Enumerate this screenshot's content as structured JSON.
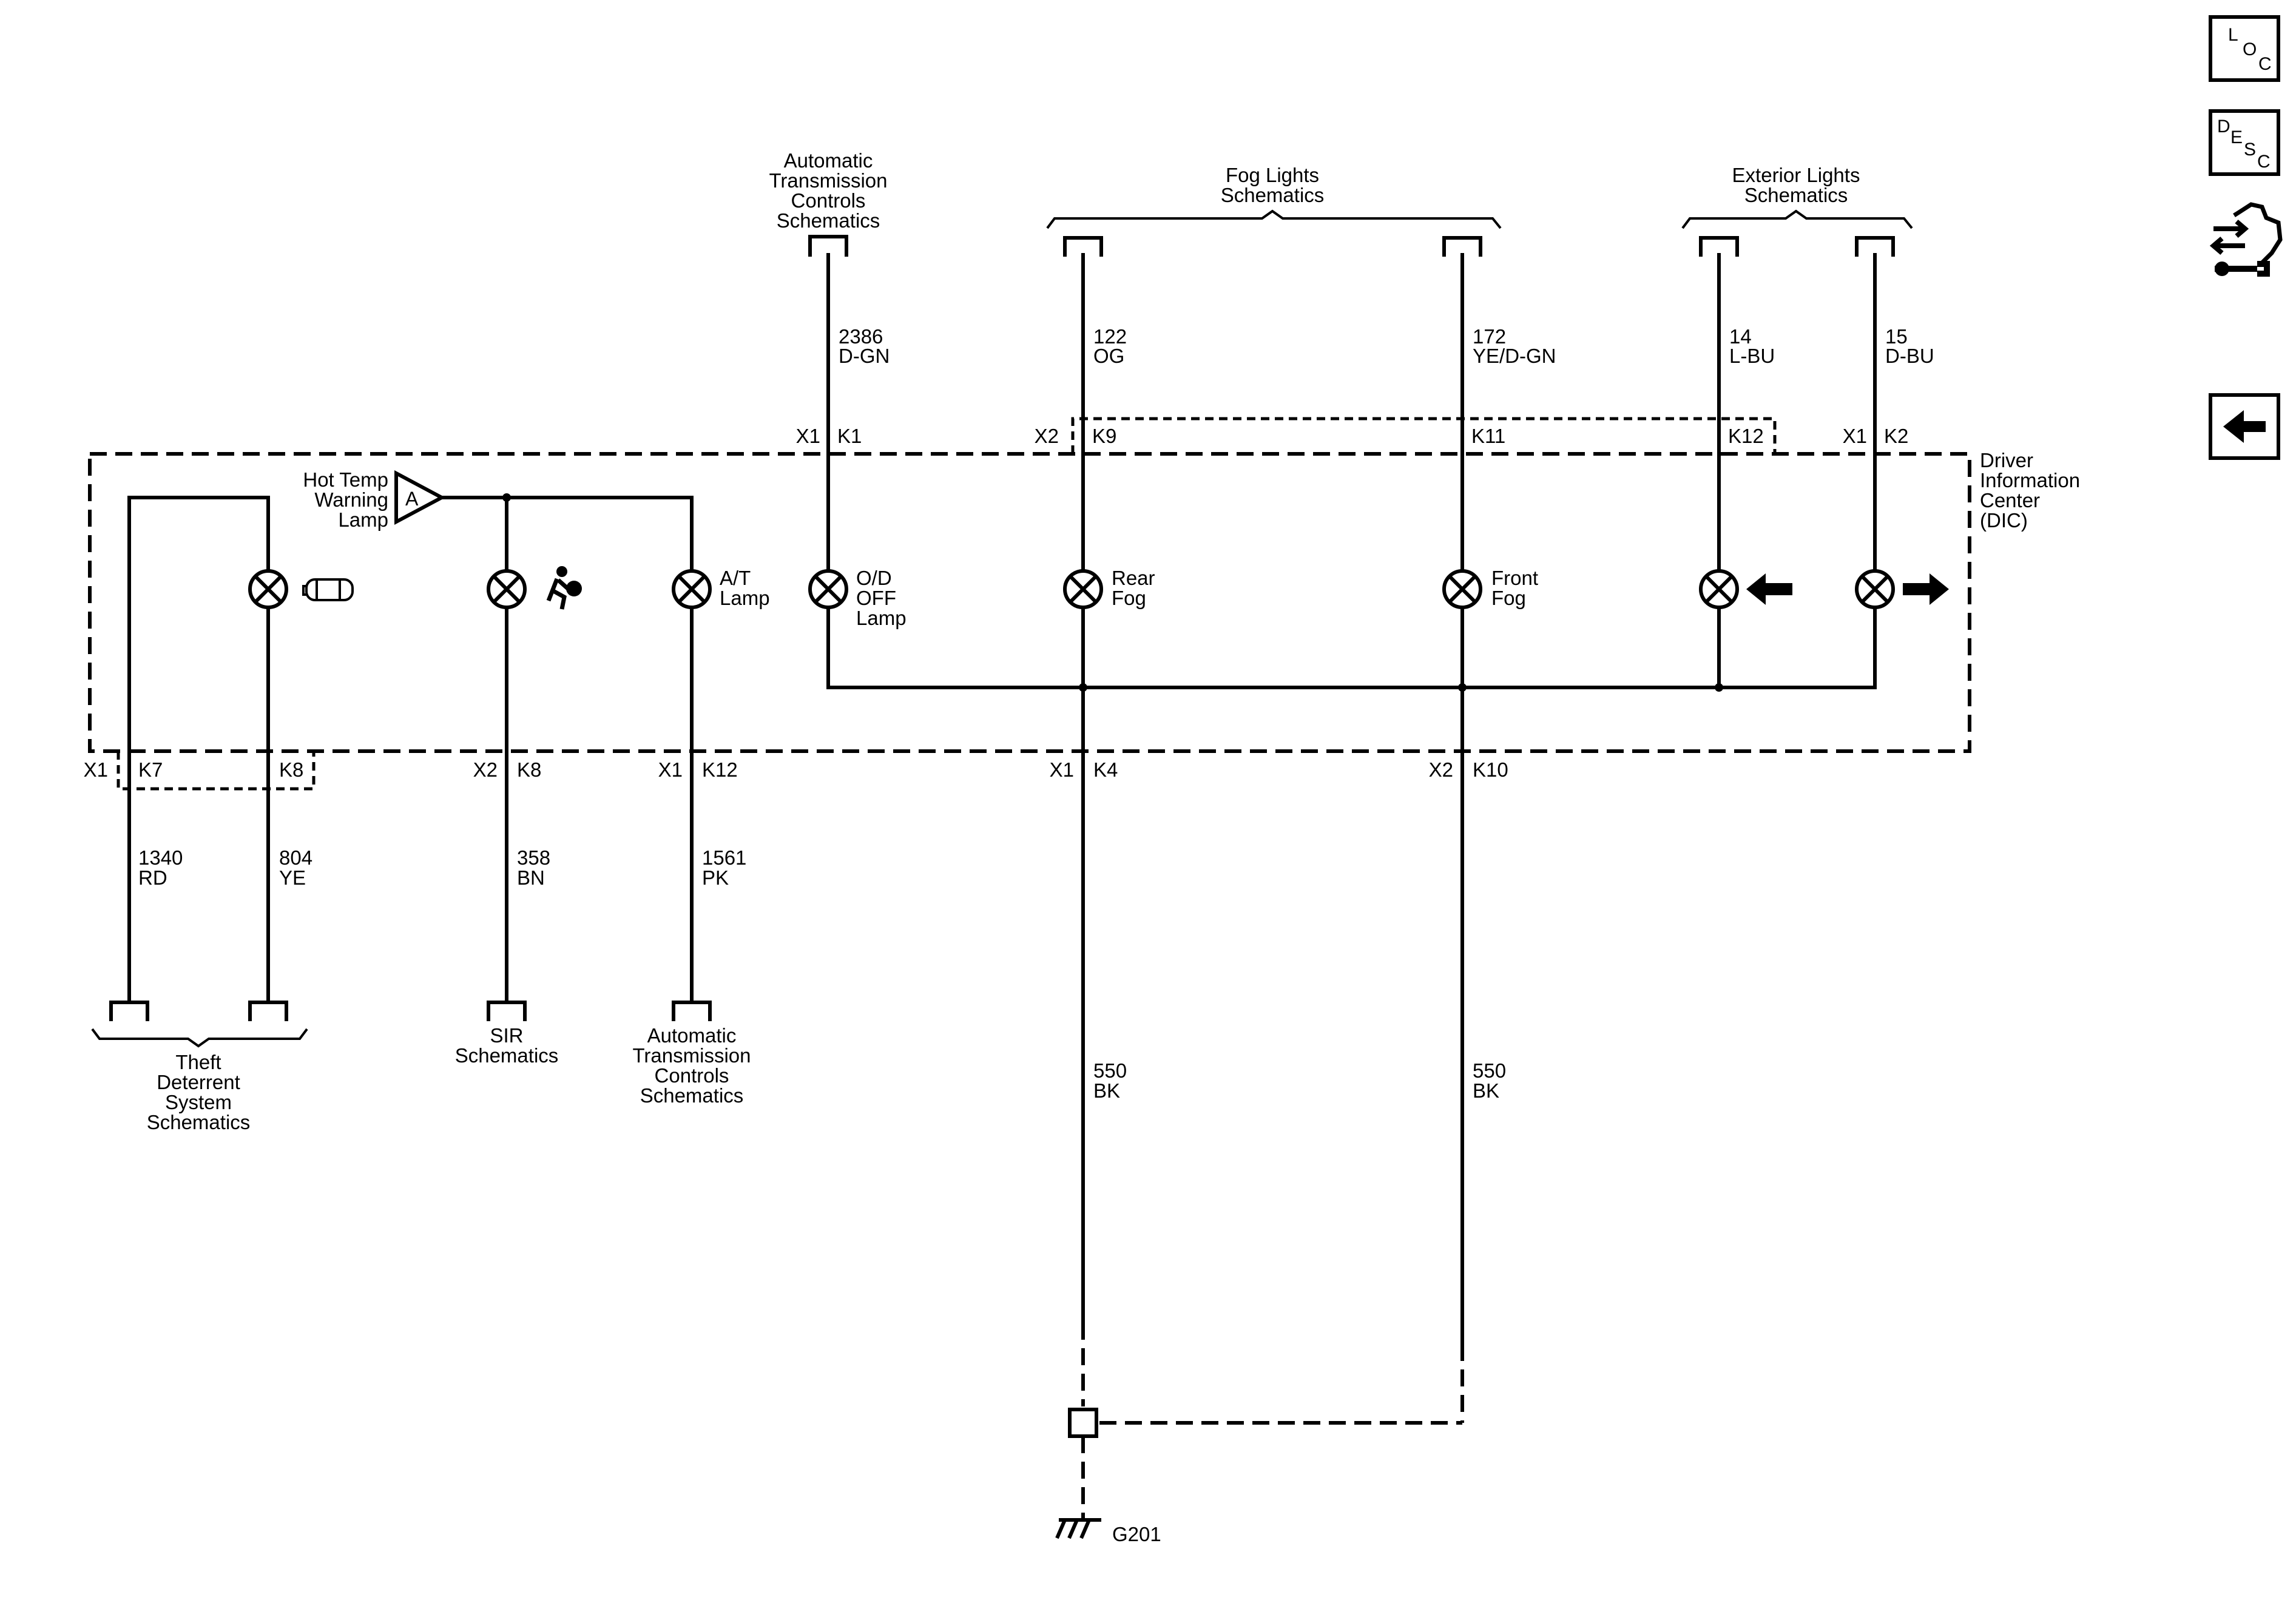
{
  "wire_text": {
    "w2386": [
      "2386",
      "D-GN"
    ],
    "w122": [
      "122",
      "OG"
    ],
    "w172": [
      "172",
      "YE/D-GN"
    ],
    "w14": [
      "14",
      "L-BU"
    ],
    "w15": [
      "15",
      "D-BU"
    ],
    "w1340": [
      "1340",
      "RD"
    ],
    "w804": [
      "804",
      "YE"
    ],
    "w358": [
      "358",
      "BN"
    ],
    "w1561": [
      "1561",
      "PK"
    ],
    "w550a": [
      "550",
      "BK"
    ],
    "w550b": [
      "550",
      "BK"
    ]
  },
  "pins": {
    "p_top_k1": [
      "X1",
      "K1"
    ],
    "p_top_k9": [
      "X2",
      "K9"
    ],
    "p_top_k11": [
      "",
      "K11"
    ],
    "p_top_k12": [
      "",
      "K12"
    ],
    "p_top_k2": [
      "X1",
      "K2"
    ],
    "p_bot_k7": [
      "X1",
      "K7"
    ],
    "p_bot_k8a": [
      "",
      "K8"
    ],
    "p_bot_k8b": [
      "X2",
      "K8"
    ],
    "p_bot_k12": [
      "X1",
      "K12"
    ],
    "p_bot_k4": [
      "X1",
      "K4"
    ],
    "p_bot_k10": [
      "X2",
      "K10"
    ]
  },
  "refs": {
    "atc_top": [
      "Automatic",
      "Transmission",
      "Controls",
      "Schematics"
    ],
    "fog": [
      "Fog Lights",
      "Schematics"
    ],
    "ext": [
      "Exterior Lights",
      "Schematics"
    ],
    "theft": [
      "Theft",
      "Deterrent",
      "System",
      "Schematics"
    ],
    "sir": [
      "SIR",
      "Schematics"
    ],
    "atc_bot": [
      "Automatic",
      "Transmission",
      "Controls",
      "Schematics"
    ]
  },
  "module": [
    "Driver",
    "Information",
    "Center",
    "(DIC)"
  ],
  "lamps": {
    "hot_temp": [
      "Hot Temp",
      "Warning",
      "Lamp"
    ],
    "at": [
      "A/T",
      "Lamp"
    ],
    "od": [
      "O/D",
      "OFF",
      "Lamp"
    ],
    "rear_fog": [
      "Rear",
      "Fog"
    ],
    "front_fog": [
      "Front",
      "Fog"
    ]
  },
  "hot_temp_symbol": "A",
  "ground": "G201",
  "nav": {
    "loc": [
      "L",
      "O",
      "C"
    ],
    "desc": [
      "D",
      "E",
      "S",
      "C"
    ],
    "connector_icon": "connector-wrench-icon",
    "back_icon": "back-arrow-icon"
  },
  "icons": {
    "security": "vehicle-security-icon",
    "airbag": "airbag-icon",
    "left_turn": "left-turn-arrow-icon",
    "right_turn": "right-turn-arrow-icon"
  }
}
